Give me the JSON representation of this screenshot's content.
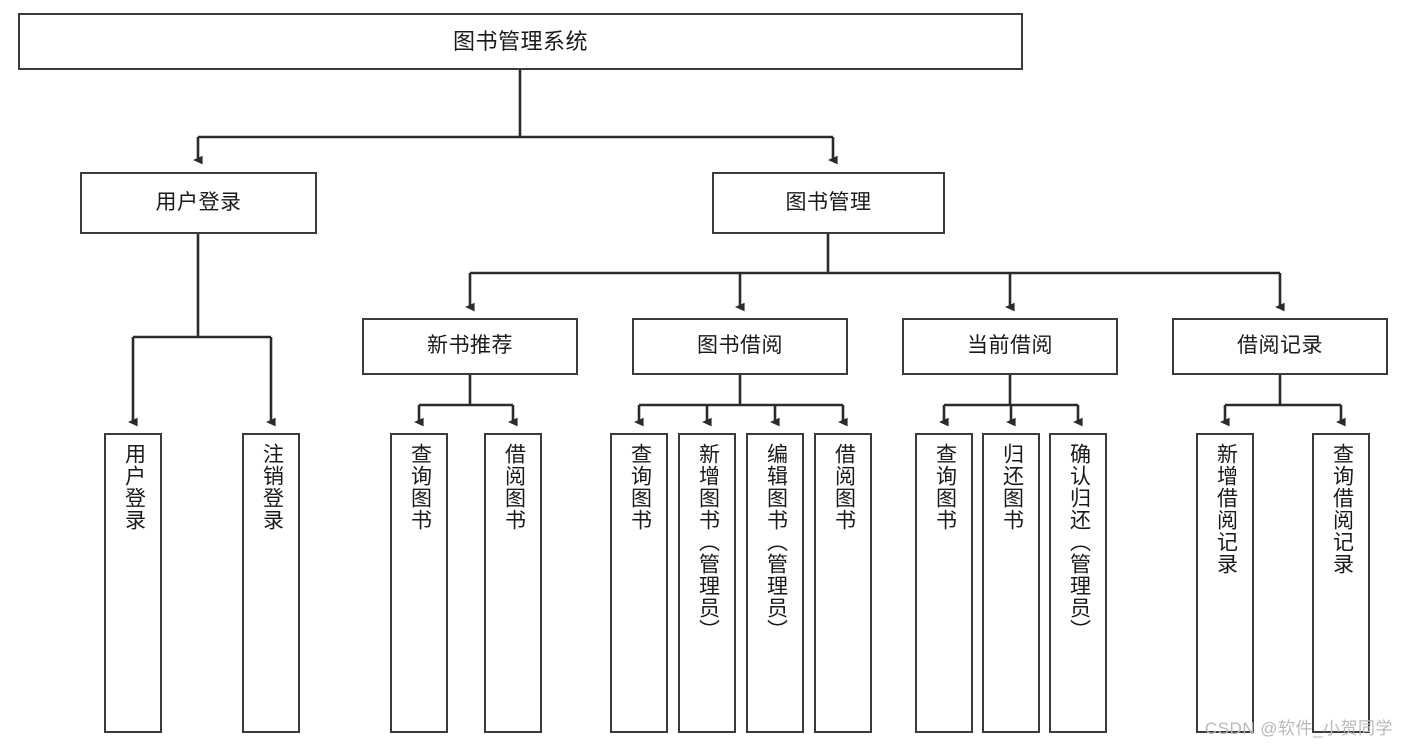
{
  "diagram": {
    "title": "图书管理系统",
    "type": "hierarchy-tree",
    "watermark": "CSDN @软件_小贺同学",
    "colors": {
      "node_border": "#3b3b3b",
      "node_fill": "#ffffff",
      "edge": "#2b2b2b",
      "text": "#1a1a1a",
      "watermark": "#b9b9b9",
      "background": "#ffffff"
    },
    "levels": {
      "root": {
        "label": "图书管理系统"
      },
      "level2": [
        {
          "label": "用户登录"
        },
        {
          "label": "图书管理"
        }
      ],
      "level3": [
        {
          "label": "新书推荐"
        },
        {
          "label": "图书借阅"
        },
        {
          "label": "当前借阅"
        },
        {
          "label": "借阅记录"
        }
      ],
      "leaves": {
        "user_login": [
          {
            "label": "用户登录"
          },
          {
            "label": "注销登录"
          }
        ],
        "new_book_recommend": [
          {
            "label": "查询图书"
          },
          {
            "label": "借阅图书"
          }
        ],
        "book_borrow": [
          {
            "label": "查询图书"
          },
          {
            "label": "新增图书（管理员）"
          },
          {
            "label": "编辑图书（管理员）"
          },
          {
            "label": "借阅图书"
          }
        ],
        "current_borrow": [
          {
            "label": "查询图书"
          },
          {
            "label": "归还图书"
          },
          {
            "label": "确认归还（管理员）"
          }
        ],
        "borrow_record": [
          {
            "label": "新增借阅记录"
          },
          {
            "label": "查询借阅记录"
          }
        ]
      }
    }
  }
}
